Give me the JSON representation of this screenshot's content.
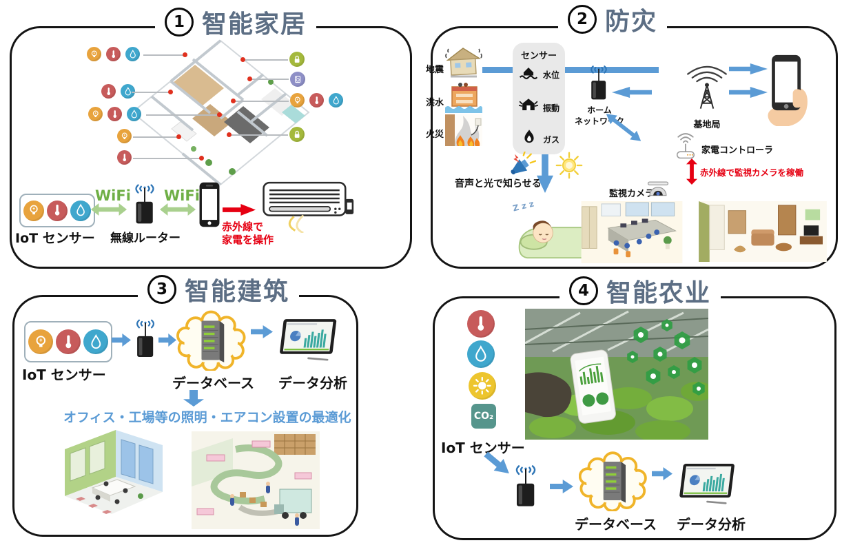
{
  "colors": {
    "title_text": "#5c6e84",
    "panel_border": "#141414",
    "arrow_blue": "#5b9bd5",
    "arrow_green": "#a9d08e",
    "wifi_green": "#6faf46",
    "alert_red": "#e60012",
    "note_blue": "#5b9bd5",
    "sensor_box_gray": "#e9e9e9",
    "cloud_ring_yellow": "#f0b429"
  },
  "icons": {
    "bulb-icon": {
      "glyph": "light-bulb",
      "color": "#e8a33d"
    },
    "thermometer-icon": {
      "glyph": "thermometer",
      "color": "#c75b5b"
    },
    "water-drop-icon": {
      "glyph": "water-drop",
      "color": "#3fa7cd"
    },
    "lock-icon": {
      "glyph": "padlock",
      "color": "#a4b93c"
    },
    "appliance-icon": {
      "glyph": "washing-machine",
      "color": "#8e8fc6"
    },
    "sun-icon": {
      "glyph": "sun",
      "color": "#edc52e"
    },
    "co2-icon": {
      "glyph": "CO₂",
      "color": "#56958c"
    },
    "water-level-icon": {
      "glyph": "house-in-waves",
      "color": "#141414"
    },
    "vibration-icon": {
      "glyph": "shaking-house",
      "color": "#141414"
    },
    "gas-icon": {
      "glyph": "flame",
      "color": "#141414"
    },
    "megaphone-icon": {
      "glyph": "megaphone",
      "color": "#2e75b6"
    },
    "light-flash-icon": {
      "glyph": "flashing-light",
      "color": "#f2cf3a"
    }
  },
  "panels": {
    "smart_home": {
      "number": "1",
      "title": "智能家居",
      "iot_label": "IoT センサー",
      "wifi": "WiFi",
      "router_label": "無線ルーター",
      "ir_note_line1": "赤外線で",
      "ir_note_line2": "家電を操作"
    },
    "disaster": {
      "number": "2",
      "title": "防灾",
      "hazard_quake": "地震",
      "hazard_flood": "洪水",
      "hazard_fire": "火災",
      "sensor_title": "センサー",
      "sensor_water": "水位",
      "sensor_vibration": "振動",
      "sensor_gas": "ガス",
      "home_network_line1": "ホーム",
      "home_network_line2": "ネットワーク",
      "base_station": "基地局",
      "controller": "家電コントローラ",
      "ir_note": "赤外線で監視カメラを稼働",
      "camera": "監視カメラ",
      "alert_note": "音声と光で知らせる",
      "sleep_zzz": "Z z z"
    },
    "smart_building": {
      "number": "3",
      "title": "智能建筑",
      "iot_label": "IoT センサー",
      "database_label": "データベース",
      "analysis_label": "データ分析",
      "optimization_note": "オフィス・工場等の照明・エアコン設置の最適化"
    },
    "smart_agriculture": {
      "number": "4",
      "title": "智能农业",
      "co2": "CO₂",
      "iot_label": "IoT センサー",
      "database_label": "データベース",
      "analysis_label": "データ分析"
    }
  }
}
